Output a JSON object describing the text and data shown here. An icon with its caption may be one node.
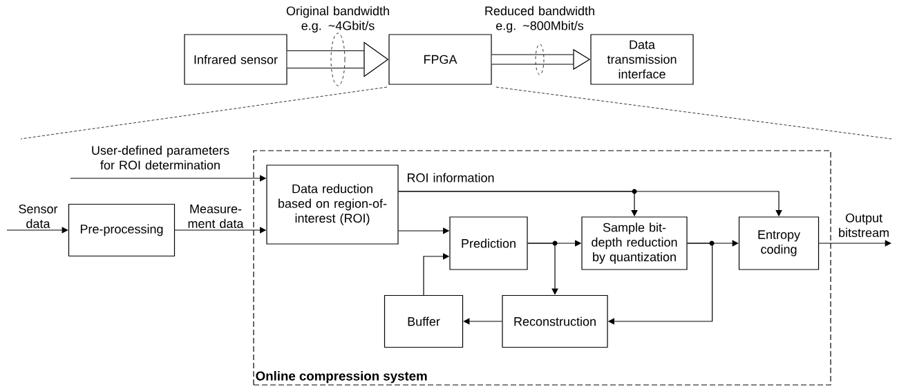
{
  "diagram": {
    "nodes": [
      {
        "text": [
          "Infrared sensor"
        ]
      },
      {
        "text": [
          "FPGA"
        ]
      },
      {
        "text": [
          "Data transmission interface"
        ]
      },
      {
        "text": [
          "Online compression system"
        ]
      },
      {
        "text": [
          "Pre-processing"
        ]
      },
      {
        "text": [
          "Data reduction based on region-of- interest (ROI)"
        ],
        "in": 3
      },
      {
        "text": [
          "Prediction"
        ],
        "in": 3
      },
      {
        "text": [
          "Sample bit- depth reduction by quantization"
        ],
        "in": 3
      },
      {
        "text": [
          "Entropy coding"
        ],
        "in": 3
      },
      {
        "text": [
          "Reconstruction"
        ],
        "in": 3
      },
      {
        "text": [
          "Buffer"
        ],
        "in": 3
      }
    ],
    "edges": [
      {
        "from": 0,
        "to": 1,
        "arrow": "to",
        "style": "thick",
        "label": "Original bandwidth e.g. ~4Gbit/s"
      },
      {
        "from": 1,
        "to": 2,
        "arrow": "to",
        "style": "thick",
        "label": "Reduced bandwidth e.g. ~800Mbit/s"
      },
      {
        "from": null,
        "to": 4,
        "arrow": "to",
        "label": "Sensor data"
      },
      {
        "from": 4,
        "to": 5,
        "arrow": "to",
        "label": "Measure- ment data"
      },
      {
        "from": null,
        "to": 5,
        "arrow": "to",
        "label": "User-defined parameters for ROI determination"
      },
      {
        "from": 5,
        "to": 8,
        "arrow": "to",
        "label": "ROI information"
      },
      {
        "from": 5,
        "to": 7,
        "arrow": "to"
      },
      {
        "from": 5,
        "to": 6,
        "arrow": "to"
      },
      {
        "from": 6,
        "to": 7,
        "arrow": "to"
      },
      {
        "from": 6,
        "to": 9,
        "arrow": "to"
      },
      {
        "from": 7,
        "to": 8,
        "arrow": "to"
      },
      {
        "from": 7,
        "to": 9,
        "arrow": "to"
      },
      {
        "from": 9,
        "to": 10,
        "arrow": "to"
      },
      {
        "from": 10,
        "to": 6,
        "arrow": "to"
      },
      {
        "from": 8,
        "to": null,
        "arrow": "to",
        "label": "Output bitstream"
      }
    ]
  }
}
